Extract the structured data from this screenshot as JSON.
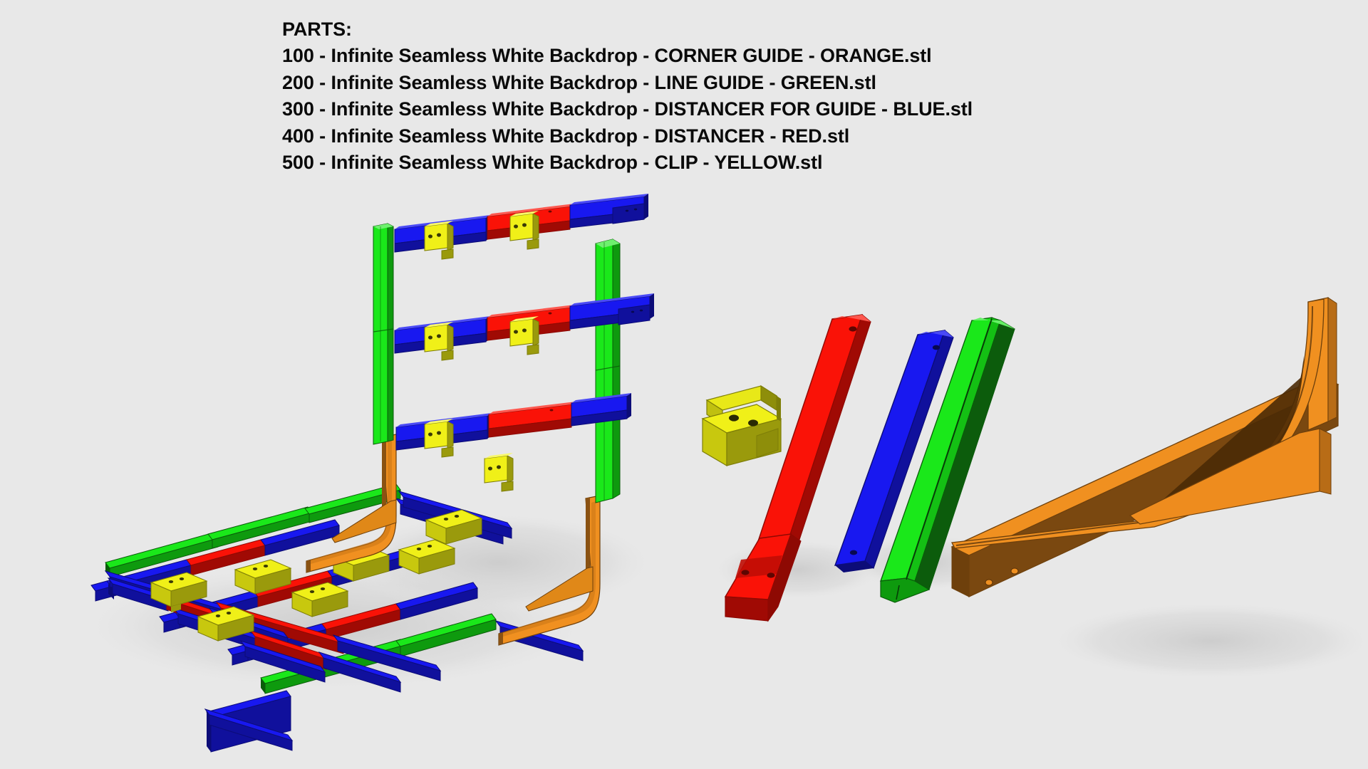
{
  "document": {
    "title": "Infinite Seamless White Backdrop - Parts Diagram",
    "background_color": "#e8e8e8"
  },
  "parts_list": {
    "heading": "PARTS:",
    "items": [
      {
        "number": "100",
        "text": "100 - Infinite Seamless White Backdrop - CORNER GUIDE - ORANGE.stl",
        "color_name": "ORANGE",
        "color_hex": "#f09020"
      },
      {
        "number": "200",
        "text": "200 - Infinite Seamless White Backdrop - LINE GUIDE - GREEN.stl",
        "color_name": "GREEN",
        "color_hex": "#1ae81a"
      },
      {
        "number": "300",
        "text": "300 - Infinite Seamless White Backdrop - DISTANCER FOR GUIDE - BLUE.stl",
        "color_name": "BLUE",
        "color_hex": "#1818f0"
      },
      {
        "number": "400",
        "text": "400 - Infinite Seamless White Backdrop - DISTANCER - RED.stl",
        "color_name": "RED",
        "color_hex": "#fa1207"
      },
      {
        "number": "500",
        "text": "500 - Infinite Seamless White Backdrop - CLIP - YELLOW.stl",
        "color_name": "YELLOW",
        "color_hex": "#e8e818"
      }
    ]
  },
  "palette": {
    "background": "#e8e8e8",
    "red_top": "#fa1207",
    "red_side": "#a00a04",
    "red_dark": "#8e0903",
    "blue_top": "#1818f0",
    "blue_side": "#10109c",
    "blue_dark": "#0c0c78",
    "green_top": "#1ae81a",
    "green_side": "#0e9a0e",
    "green_dark": "#0a5c0a",
    "green_mid": "#14c014",
    "yellow_top": "#f0f018",
    "yellow_side": "#9a9a0c",
    "yellow_dark": "#7e7e08",
    "orange_top": "#f09020",
    "orange_side": "#8a5212",
    "orange_dark": "#6e400c",
    "shadow": "#d6d6d6",
    "outline": "#202020",
    "text": "#0a0a0a"
  },
  "scene": {
    "assembly_label": "assembled-backdrop-frame",
    "exploded_label": "individual-parts-row",
    "exploded_parts": [
      {
        "name": "clip-yellow",
        "part_number": "500"
      },
      {
        "name": "distancer-red",
        "part_number": "400"
      },
      {
        "name": "distancer-for-guide-blue",
        "part_number": "300"
      },
      {
        "name": "line-guide-green",
        "part_number": "200"
      },
      {
        "name": "corner-guide-orange",
        "part_number": "100"
      }
    ]
  }
}
